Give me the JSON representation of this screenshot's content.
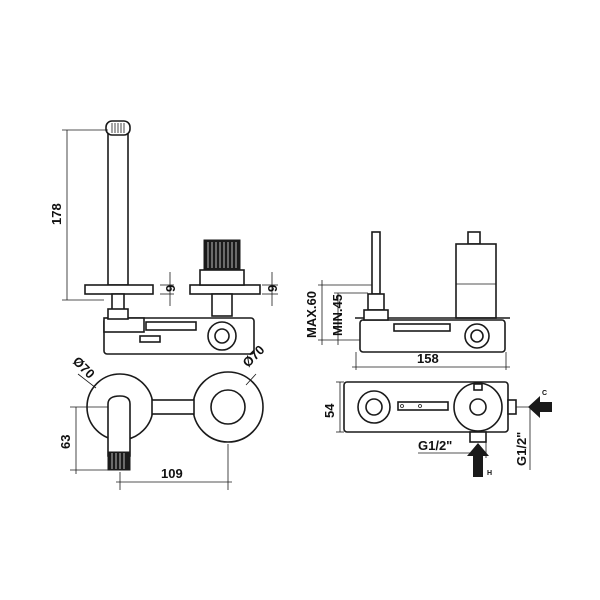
{
  "dimensions": {
    "spout_height": "178",
    "front_left_gap": "9",
    "front_right_gap": "9",
    "plate_left_diameter": "Ø70",
    "plate_right_diameter": "Ø70",
    "offset_63": "63",
    "spacing_109": "109",
    "max_depth": "MAX.60",
    "min_depth": "MIN.45",
    "side_length": "158",
    "box_height": "54",
    "thread_horizontal": "G1/2\"",
    "thread_vertical": "G1/2\""
  },
  "flow_labels": {
    "cold": "C",
    "hot": "H"
  },
  "colors": {
    "line": "#1a1a1a",
    "background": "#ffffff"
  }
}
